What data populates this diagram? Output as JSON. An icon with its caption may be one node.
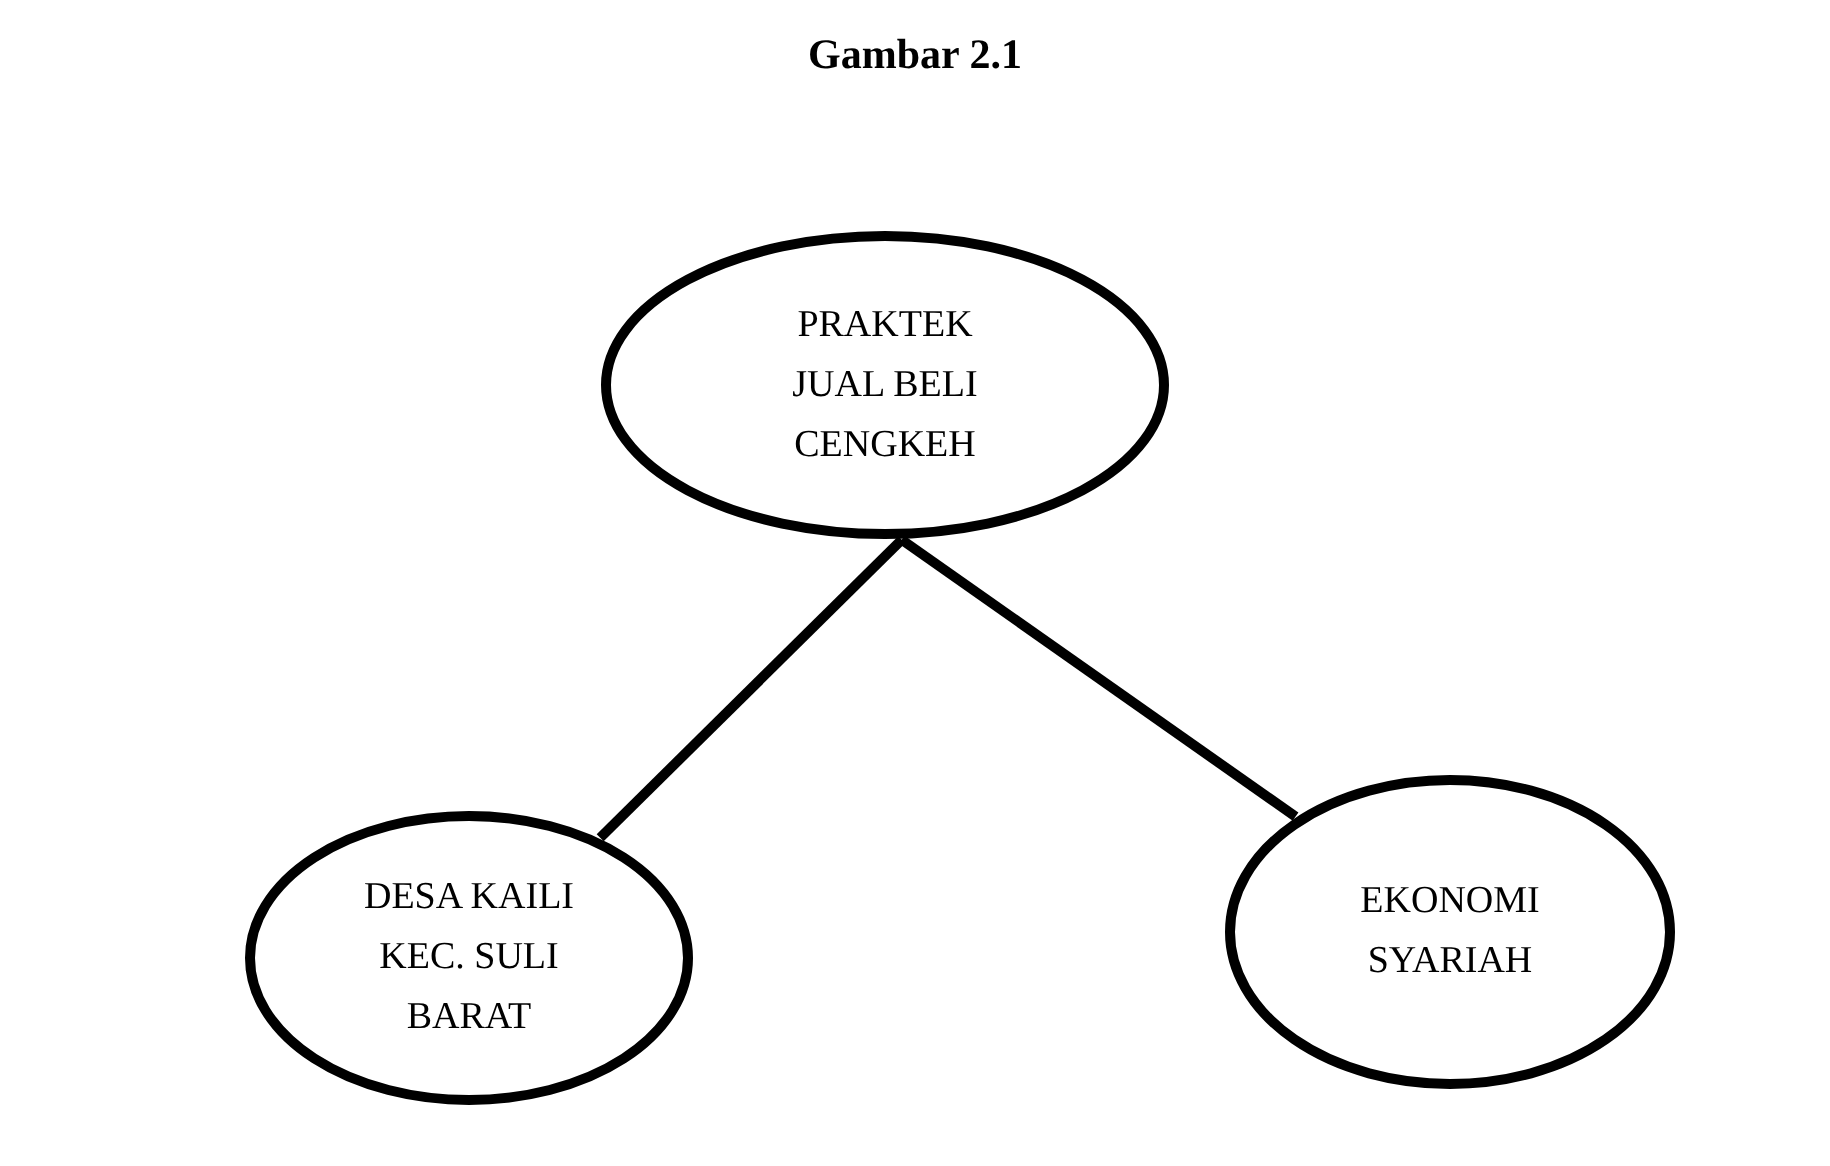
{
  "diagram": {
    "title": "Gambar 2.1",
    "nodes": [
      {
        "text": [
          "PRAKTEK JUAL BELI CENGKEH"
        ]
      },
      {
        "text": [
          "DESA KAILI KEC. SULI BARAT"
        ]
      },
      {
        "text": [
          "EKONOMI SYARIAH"
        ]
      }
    ],
    "edges": [
      {
        "from": 0,
        "to": 1,
        "arrow": "none"
      },
      {
        "from": 0,
        "to": 2,
        "arrow": "none"
      }
    ]
  }
}
